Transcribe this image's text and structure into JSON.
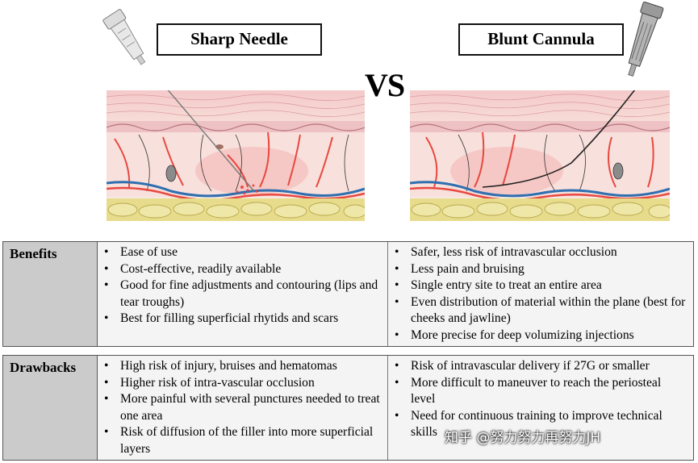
{
  "titles": {
    "left": "Sharp Needle",
    "right": "Blunt Cannula",
    "vs": "VS"
  },
  "benefits": {
    "label": "Benefits",
    "sharp": [
      "Ease of use",
      "Cost-effective, readily available",
      "Good for fine adjustments and contouring (lips and tear troughs)",
      "Best for filling superficial rhytids and scars"
    ],
    "blunt": [
      "Safer, less risk of intravascular occlusion",
      "Less pain and bruising",
      "Single entry site to treat an entire area",
      "Even distribution of material within the plane (best for cheeks and jawline)",
      "More precise for deep volumizing injections"
    ]
  },
  "drawbacks": {
    "label": "Drawbacks",
    "sharp": [
      "High risk of injury, bruises and hematomas",
      "Higher risk of intra-vascular occlusion",
      "More painful with several punctures needed to treat one area",
      "Risk of diffusion of the filler into more superficial layers"
    ],
    "blunt": [
      "Risk of intravascular delivery if 27G or smaller",
      "More difficult to maneuver to reach the periosteal level",
      "Need for continuous training to improve technical skills"
    ]
  },
  "watermark": "知乎 @努力努力再努力JH",
  "colors": {
    "header_bg": "#cbcbcb",
    "cell_bg": "#f4f4f4",
    "border": "#555555",
    "artery": "#e8483f",
    "vein": "#2f6fb0",
    "fat": "#e7dc8c"
  }
}
